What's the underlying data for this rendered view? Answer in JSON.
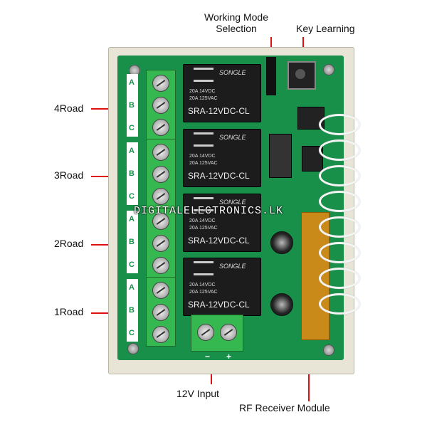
{
  "labels": {
    "working_mode_line1": "Working Mode",
    "working_mode_line2": "Selection",
    "key_learning": "Key Learning",
    "road4": "4Road",
    "road3": "3Road",
    "road2": "2Road",
    "road1": "1Road",
    "input_12v": "12V Input",
    "rf_module": "RF Receiver Module"
  },
  "board": {
    "watermark": "DIGITALELECTRONICS.LK",
    "terminal_pins": [
      "A",
      "B",
      "C"
    ],
    "power_minus": "−",
    "power_plus": "+"
  },
  "relays": [
    {
      "brand": "SONGLE",
      "spec1": "20A 14VDC",
      "spec2": "20A 125VAC",
      "model": "SRA-12VDC-CL"
    },
    {
      "brand": "SONGLE",
      "spec1": "20A 14VDC",
      "spec2": "20A 125VAC",
      "model": "SRA-12VDC-CL"
    },
    {
      "brand": "SONGLE",
      "spec1": "20A 14VDC",
      "spec2": "20A 125VAC",
      "model": "SRA-12VDC-CL"
    },
    {
      "brand": "SONGLE",
      "spec1": "20A 14VDC",
      "spec2": "20A 125VAC",
      "model": "SRA-12VDC-CL"
    }
  ],
  "colors": {
    "pcb": "#18904a",
    "terminal": "#35b84f",
    "arrow": "#e01010"
  }
}
